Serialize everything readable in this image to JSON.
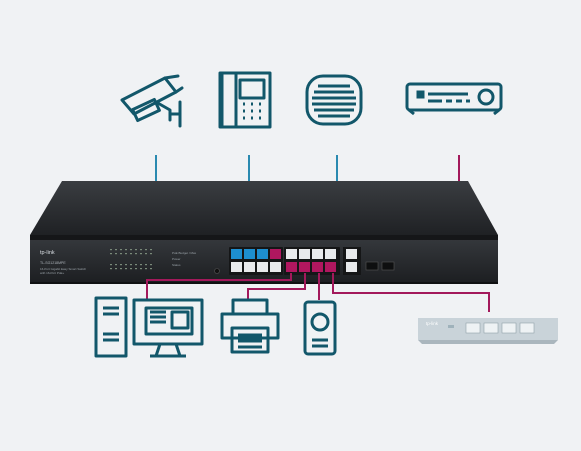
{
  "switch": {
    "brand": "tp-link",
    "model": "TL-SG1218MPE",
    "description_line1": "16-Port Gigabit Easy Smart Switch",
    "description_line2": "with 16-Port PoE+",
    "poe_legend_label": "PoE Budget / Max",
    "poe_legend_label2": "Power",
    "status_label": "Status"
  },
  "connected_devices_top": [
    {
      "name": "ip-camera",
      "icon": "camera-icon"
    },
    {
      "name": "ip-phone",
      "icon": "phone-icon"
    },
    {
      "name": "access-point",
      "icon": "access-point-icon"
    },
    {
      "name": "nvr",
      "icon": "nvr-icon"
    }
  ],
  "connected_devices_bottom": [
    {
      "name": "computer",
      "icon": "computer-icon"
    },
    {
      "name": "printer",
      "icon": "printer-icon"
    },
    {
      "name": "speaker",
      "icon": "speaker-icon"
    },
    {
      "name": "unmanaged-switch",
      "icon": "switch-icon",
      "brand": "tp-link"
    }
  ],
  "colors": {
    "background": "#f0f2f4",
    "line_poe": "#2a8ab0",
    "line_data": "#a3195b",
    "icon_stroke": "#12576a",
    "switch_body": "#2e3134",
    "port_blue": "#1d8fd0",
    "port_magenta": "#b0175f",
    "mini_switch": "#c9d3d9"
  }
}
